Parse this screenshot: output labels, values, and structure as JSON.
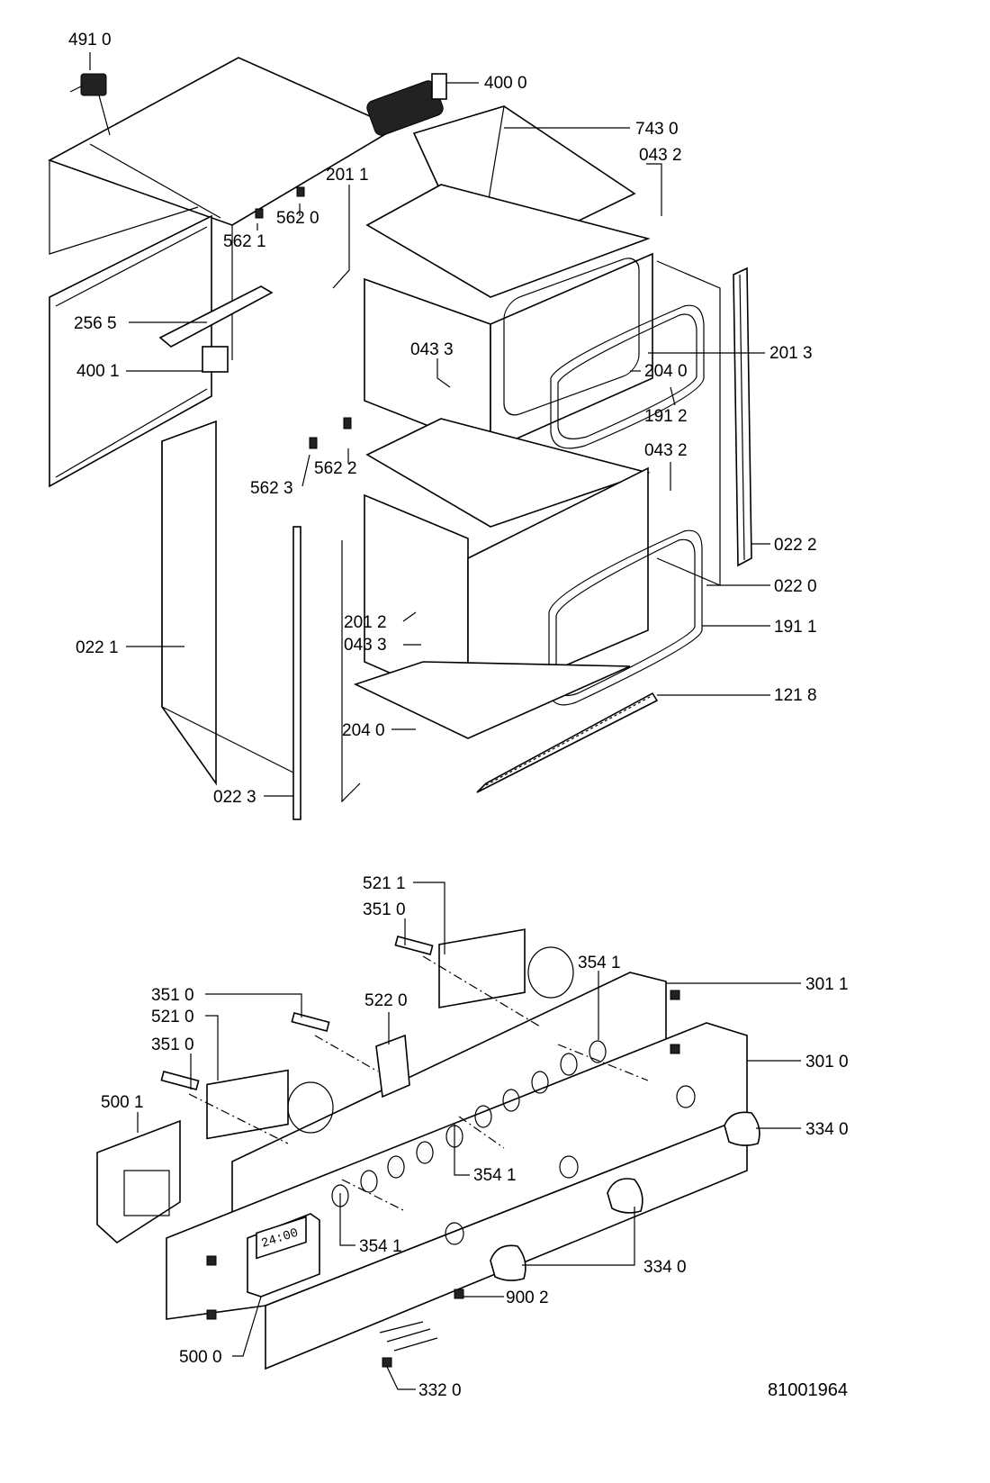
{
  "parts_upper": {
    "p4910": "491 0",
    "p4000": "400 0",
    "p7430": "743 0",
    "p0432a": "043 2",
    "p2011": "201 1",
    "p5620": "562 0",
    "p5621": "562 1",
    "p2565": "256 5",
    "p4001": "400 1",
    "p0433a": "043 3",
    "p2013": "201 3",
    "p2040a": "204 0",
    "p1912": "191 2",
    "p0432b": "043 2",
    "p5622": "562 2",
    "p5623": "562 3",
    "p0222": "022 2",
    "p0220": "022 0",
    "p2012": "201 2",
    "p0433b": "043 3",
    "p1911": "191 1",
    "p0221": "022 1",
    "p1218": "121 8",
    "p2040b": "204 0",
    "p0223": "022 3"
  },
  "parts_lower": {
    "p5211": "521 1",
    "p3510a": "351 0",
    "p3541a": "354 1",
    "p3011": "301 1",
    "p3510b": "351 0",
    "p5210": "521 0",
    "p5220": "522 0",
    "p3510c": "351 0",
    "p3010": "301 0",
    "p5001": "500 1",
    "p3340a": "334 0",
    "p3541b": "354 1",
    "p3541c": "354 1",
    "p3340b": "334 0",
    "p9002": "900 2",
    "p5000": "500 0",
    "p3320": "332 0"
  },
  "clock_display": "24:00",
  "drawing_number": "81001964"
}
